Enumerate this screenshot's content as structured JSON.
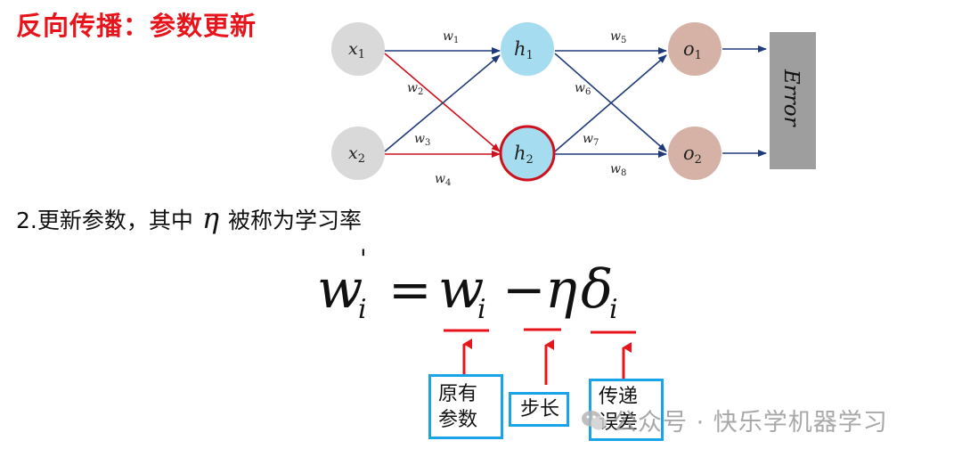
{
  "title": "反向传播：参数更新",
  "network": {
    "inputs": [
      "x1",
      "x2"
    ],
    "hidden": [
      "h1",
      "h2"
    ],
    "outputs": [
      "o1",
      "o2"
    ],
    "weights": [
      "w1",
      "w2",
      "w3",
      "w4",
      "w5",
      "w6",
      "w7",
      "w8"
    ],
    "error_label": "Error",
    "highlight_color": "#d0101c",
    "edge_color": "#1f3a7a"
  },
  "step_text": "2.更新参数，其中",
  "eta_symbol": "η",
  "step_suffix": "被称为学习率",
  "formula": {
    "w": "w",
    "prime": "'",
    "sub": "i",
    "equals": "=",
    "minus": "−",
    "eta": "η",
    "delta": "δ"
  },
  "annotations": {
    "original_param": "原有参数",
    "original_line1": "原有",
    "original_line2": "参数",
    "step_size": "步长",
    "propagated_error": "传递误差",
    "propagated_line1": "传递",
    "propagated_line2": "误差"
  },
  "watermark": "公众号 · 快乐学机器学习"
}
